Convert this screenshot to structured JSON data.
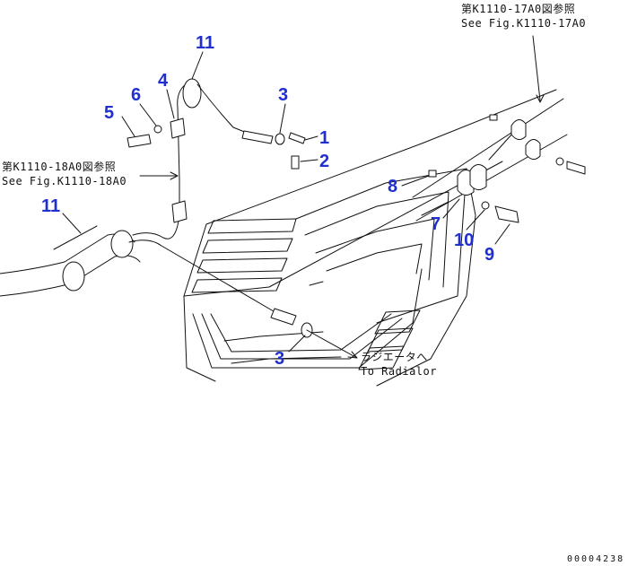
{
  "references": {
    "top_right_jp": "第K1110-17A0図参照",
    "top_right_en": "See Fig.K1110-17A0",
    "left_jp": "第K1110-18A0図参照",
    "left_en": "See Fig.K1110-18A0"
  },
  "destination": {
    "jp": "ラジエータへ",
    "en": "To Radialor"
  },
  "callouts": [
    "11",
    "6",
    "4",
    "5",
    "3",
    "1",
    "2",
    "11",
    "3",
    "8",
    "7",
    "10",
    "9"
  ],
  "document_number": "00004238",
  "colors": {
    "callout": "#1f2fd0",
    "line": "#111111",
    "background": "#ffffff"
  }
}
